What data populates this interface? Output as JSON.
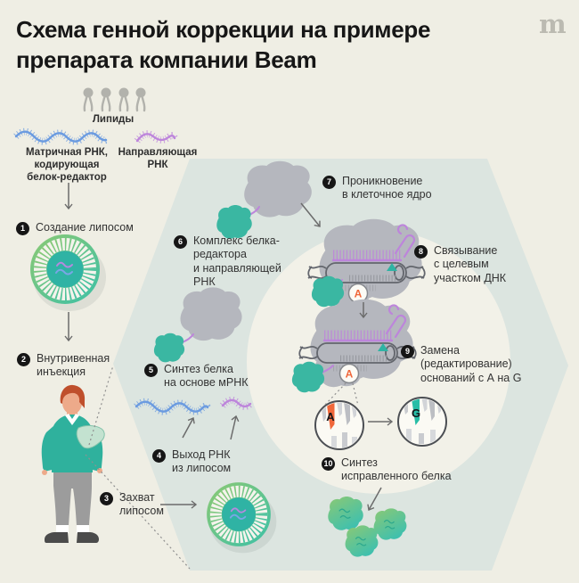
{
  "header": {
    "title_lines": [
      "Схема генной коррекции на примере",
      "препарата компании Beam"
    ],
    "logo_letter": "m"
  },
  "legend": {
    "lipids": {
      "label": "Липиды"
    },
    "mrna": {
      "lines": [
        "Матричная РНК,",
        "кодирующая",
        "белок-редактор"
      ]
    },
    "guide_rna": {
      "lines": [
        "Направляющая",
        "РНК"
      ]
    }
  },
  "steps": [
    {
      "num": "1",
      "lines": [
        "Создание липосом"
      ]
    },
    {
      "num": "2",
      "lines": [
        "Внутривенная",
        "инъекция"
      ]
    },
    {
      "num": "3",
      "lines": [
        "Захват",
        "липосом"
      ]
    },
    {
      "num": "4",
      "lines": [
        "Выход РНК",
        "из липосом"
      ]
    },
    {
      "num": "5",
      "lines": [
        "Синтез белка",
        "на основе мРНК"
      ]
    },
    {
      "num": "6",
      "lines": [
        "Комплекс белка-",
        "редактора",
        "и направляющей",
        "РНК"
      ]
    },
    {
      "num": "7",
      "lines": [
        "Проникновение",
        "в клеточное ядро"
      ]
    },
    {
      "num": "8",
      "lines": [
        "Связывание",
        "с целевым",
        "участком ДНК"
      ]
    },
    {
      "num": "9",
      "lines": [
        "Замена",
        "(редактирование)",
        "оснований с А на G"
      ]
    },
    {
      "num": "10",
      "lines": [
        "Синтез",
        "исправленного белка"
      ]
    }
  ],
  "bases": {
    "original": "A",
    "edited": "G",
    "circled": "А"
  },
  "colors": {
    "page_bg": "#efeee4",
    "cell_bg": "#dce5e0",
    "nucleus_bg": "#f2f1e8",
    "title_text": "#161616",
    "label_text": "#333333",
    "badge_bg": "#161616",
    "badge_text": "#ffffff",
    "teal": "#3ab7a2",
    "gray_protein": "#b5b7be",
    "blue_rna": "#6b9be0",
    "purple_rna": "#bd85db",
    "orange_base": "#f0673a",
    "teal_base": "#28bda6",
    "arrow": "#6b6b6b",
    "lipid_gray": "#b2b2ac",
    "lipo_green": "#8cc973",
    "lipo_teal": "#3cc0a6",
    "lipo_center": "#2fb3a4",
    "skin": "#edaa8a",
    "hair": "#bf4f2c",
    "sweater": "#2fb19d",
    "pants": "#9c9c9c",
    "shoes": "#4b4b4b",
    "liver": "#c3e2d0",
    "logo_gray": "#bbbab1"
  }
}
